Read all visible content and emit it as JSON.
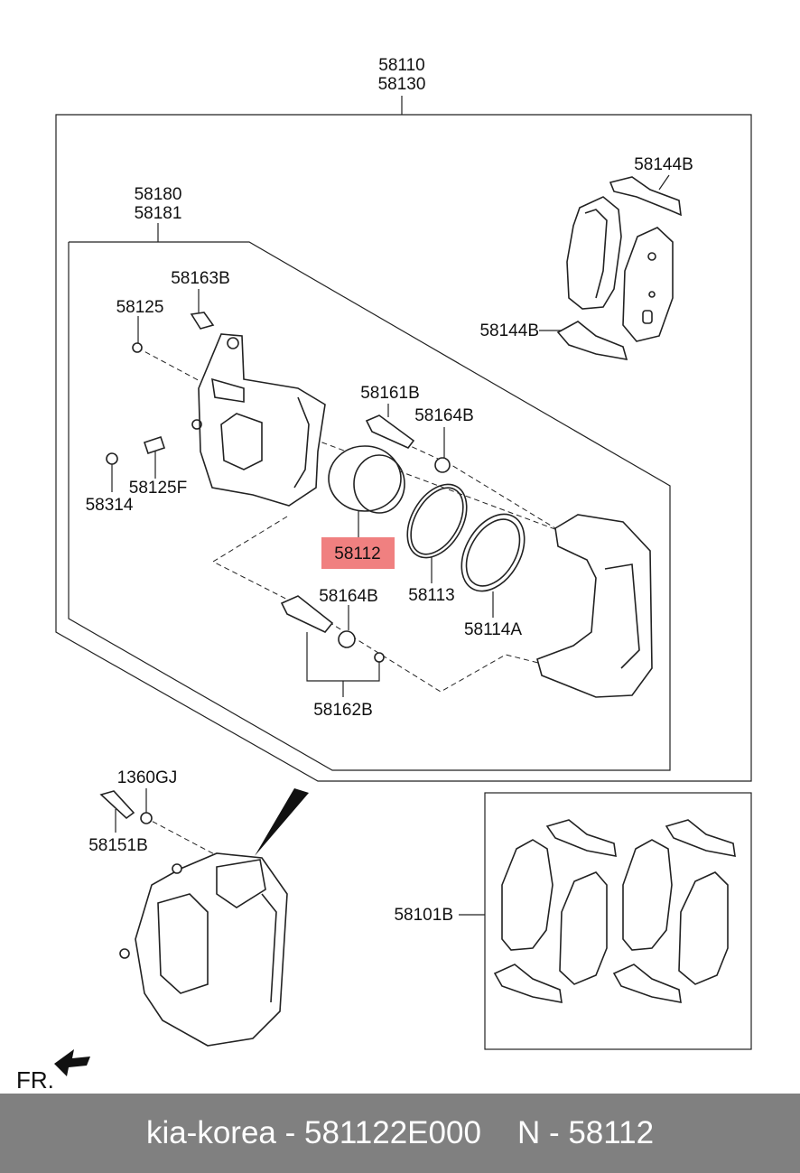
{
  "labels": {
    "assy_a": "58110",
    "assy_b": "58130",
    "caliper_a": "58180",
    "caliper_b": "58181",
    "pad_spring_top": "58144B",
    "pad_spring_bottom": "58144B",
    "bolt_a": "58163B",
    "bleed_cap": "58125",
    "guide_pin_top": "58161B",
    "boot_top": "58164B",
    "bleeder_screw": "58125F",
    "bleed_plug": "58314",
    "piston": "58112",
    "piston_seal": "58113",
    "boot_bottom": "58164B",
    "piston_boot": "58114A",
    "guide_pin_bottom": "58162B",
    "washer": "1360GJ",
    "union_bolt": "58151B",
    "pad_kit": "58101B",
    "direction": "FR."
  },
  "colors": {
    "highlight": "#f08080",
    "footer_bg": "#808080"
  },
  "footer": {
    "left": "kia-korea - 581122E000",
    "right": "N - 58112"
  }
}
